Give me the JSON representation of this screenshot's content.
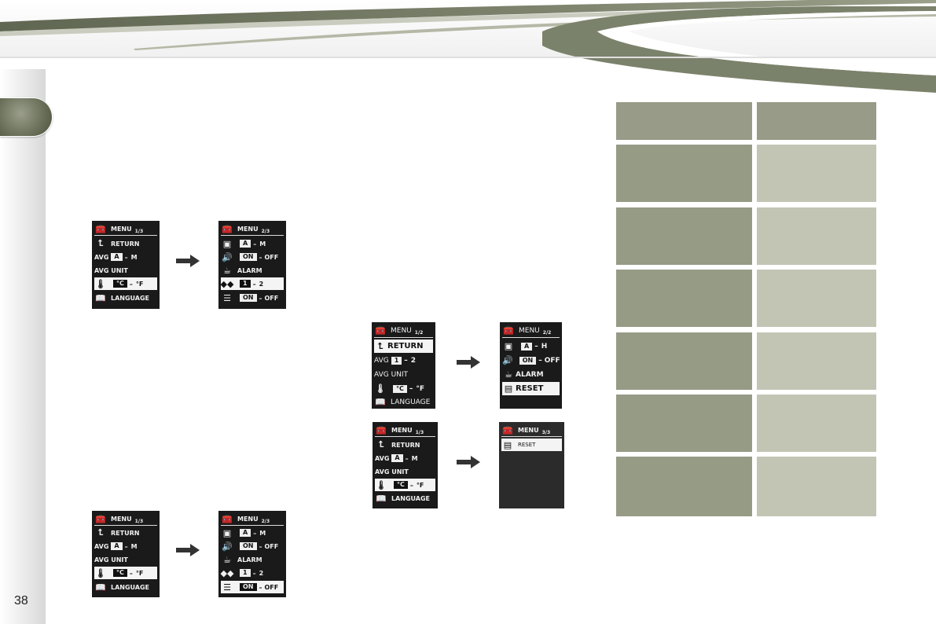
{
  "page": {
    "number": "38"
  },
  "icons": {
    "menu": "toolbox-icon",
    "return": "return-arrow-icon",
    "temperature": "thermometer-icon",
    "language": "language-book-icon",
    "display": "display-mode-icon",
    "sound": "speaker-icon",
    "alarm": "alarm-cup-icon",
    "pressure": "pressure-arrows-icon",
    "lights": "headlight-icon",
    "reset": "reset-icon",
    "next": "right-arrow-icon"
  },
  "colors": {
    "table_header": "#979b87",
    "table_dark": "#969b86",
    "table_light": "#c2c5b4",
    "lcd_bg": "#1a1a1a",
    "swoosh": "#6e7560"
  },
  "lcd_labels": {
    "menu": "MENU",
    "page_1_3": "1/3",
    "page_2_3": "2/3",
    "page_3_3": "3/3",
    "page_1_2": "1/2",
    "page_2_2": "2/2",
    "return": "RETURN",
    "avg": "AVG",
    "avg_unit": "AVG UNIT",
    "opt_a": "A",
    "opt_m": "M",
    "opt_1": "1",
    "opt_2": "2",
    "deg_c": "°C",
    "deg_f": "°F",
    "dash": "–",
    "language": "LANGUAGE",
    "on": "ON",
    "off": "OFF",
    "alarm": "ALARM",
    "reset": "RESET",
    "h": "H"
  }
}
